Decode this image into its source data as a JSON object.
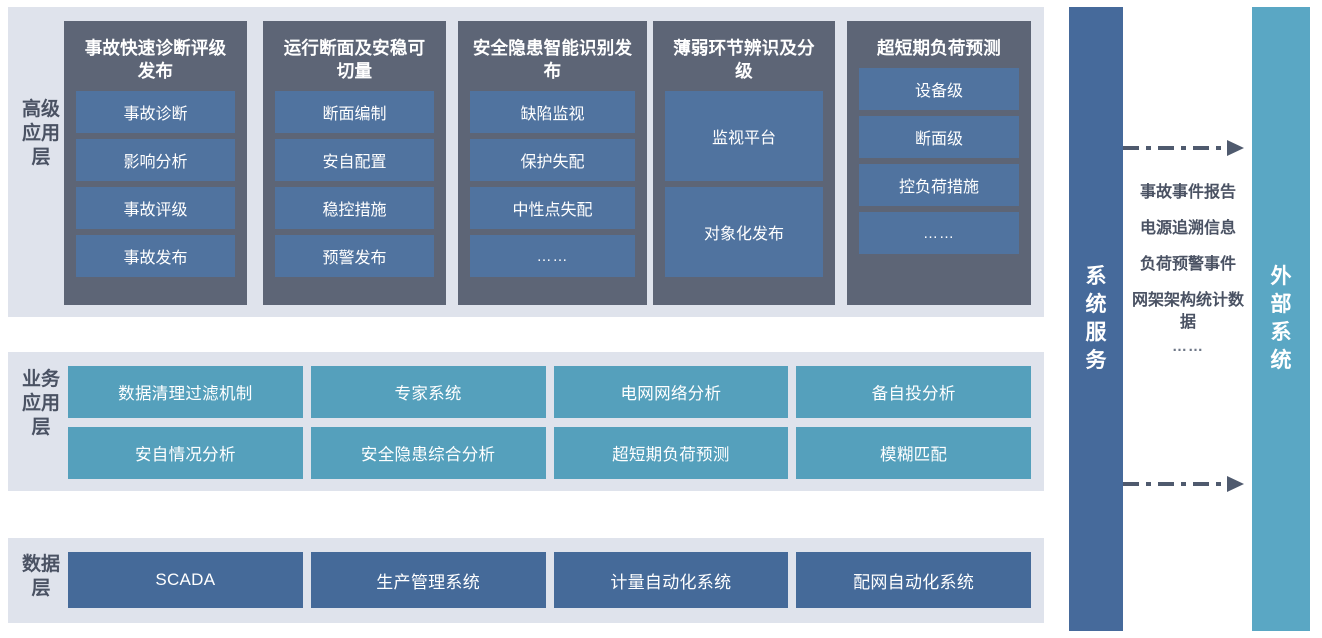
{
  "layers": {
    "advanced": {
      "label": "高级应用层",
      "columns": [
        {
          "title": "事故快速诊断评级发布",
          "items": [
            {
              "label": "事故诊断",
              "size": "normal"
            },
            {
              "label": "影响分析",
              "size": "normal"
            },
            {
              "label": "事故评级",
              "size": "normal"
            },
            {
              "label": "事故发布",
              "size": "normal"
            }
          ]
        },
        {
          "title": "运行断面及安稳可切量",
          "items": [
            {
              "label": "断面编制",
              "size": "normal"
            },
            {
              "label": "安自配置",
              "size": "normal"
            },
            {
              "label": "稳控措施",
              "size": "normal"
            },
            {
              "label": "预警发布",
              "size": "normal"
            }
          ]
        },
        {
          "title": "安全隐患智能识别发布",
          "items": [
            {
              "label": "缺陷监视",
              "size": "normal"
            },
            {
              "label": "保护失配",
              "size": "normal"
            },
            {
              "label": "中性点失配",
              "size": "normal"
            },
            {
              "label": "……",
              "size": "dots"
            }
          ]
        },
        {
          "title": "薄弱环节辨识及分级",
          "items": [
            {
              "label": "监视平台",
              "size": "tall"
            },
            {
              "label": "对象化发布",
              "size": "tall"
            }
          ]
        },
        {
          "title": "超短期负荷预测",
          "items": [
            {
              "label": "设备级",
              "size": "normal"
            },
            {
              "label": "断面级",
              "size": "normal"
            },
            {
              "label": "控负荷措施",
              "size": "normal"
            },
            {
              "label": "……",
              "size": "dots"
            }
          ]
        }
      ]
    },
    "business": {
      "label": "业务应用层",
      "items": [
        "数据清理过滤机制",
        "专家系统",
        "电网网络分析",
        "备自投分析",
        "安自情况分析",
        "安全隐患综合分析",
        "超短期负荷预测",
        "模糊匹配"
      ]
    },
    "data": {
      "label": "数据层",
      "items": [
        "SCADA",
        "生产管理系统",
        "计量自动化系统",
        "配网自动化系统"
      ]
    }
  },
  "side": {
    "service_label": "系统服务",
    "external_label": "外部系统"
  },
  "flow": {
    "labels": [
      "事故事件报告",
      "电源追溯信息",
      "负荷预警事件",
      "网架架构统计数据"
    ],
    "trailing_dots": "……"
  },
  "colors": {
    "panel_bg": "#dfe3ec",
    "advanced_column": "#5d6576",
    "advanced_item": "#50739f",
    "business_item": "#55a0bc",
    "data_item": "#456a99",
    "service_bar": "#466a9b",
    "external_bar": "#5aa7c4",
    "text_dark": "#4a5263"
  }
}
